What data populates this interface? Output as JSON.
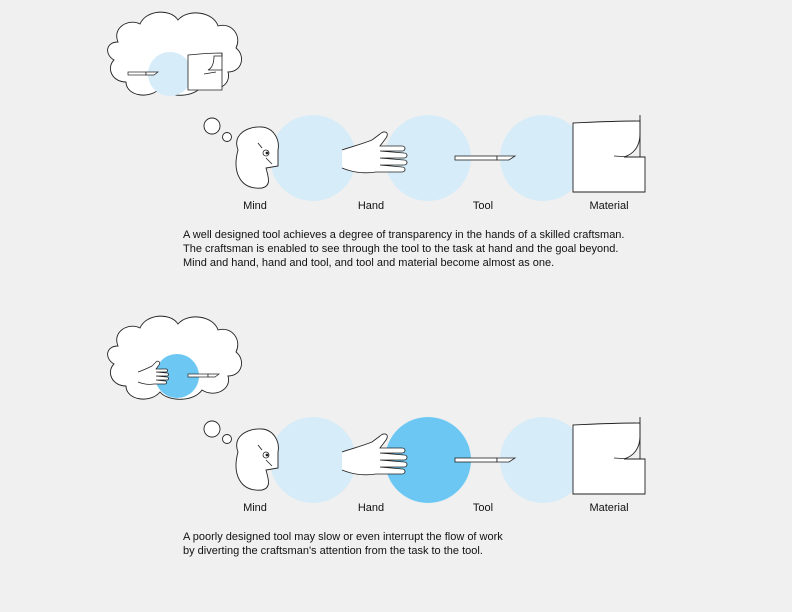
{
  "colors": {
    "background": "#f0f0f0",
    "transparent_circle": "#d6ecf8",
    "opaque_circle": "#6cc8f2",
    "stroke": "#222222"
  },
  "top": {
    "labels": {
      "mind": "Mind",
      "hand": "Hand",
      "tool": "Tool",
      "material": "Material"
    },
    "caption": [
      "A well designed tool achieves a degree of transparency in the hands of a skilled craftsman.",
      "The craftsman is enabled to see through the tool to the task at hand and the goal beyond.",
      "Mind and hand, hand and tool, and tool and material become almost as one."
    ]
  },
  "bottom": {
    "labels": {
      "mind": "Mind",
      "hand": "Hand",
      "tool": "Tool",
      "material": "Material"
    },
    "caption": [
      "A poorly designed tool may slow or even interrupt the flow of work",
      "by diverting the craftsman's attention from the task to the tool."
    ]
  },
  "icons": [
    "thought-bubble-icon",
    "head-icon",
    "hand-icon",
    "tool-icon",
    "paper-icon"
  ]
}
